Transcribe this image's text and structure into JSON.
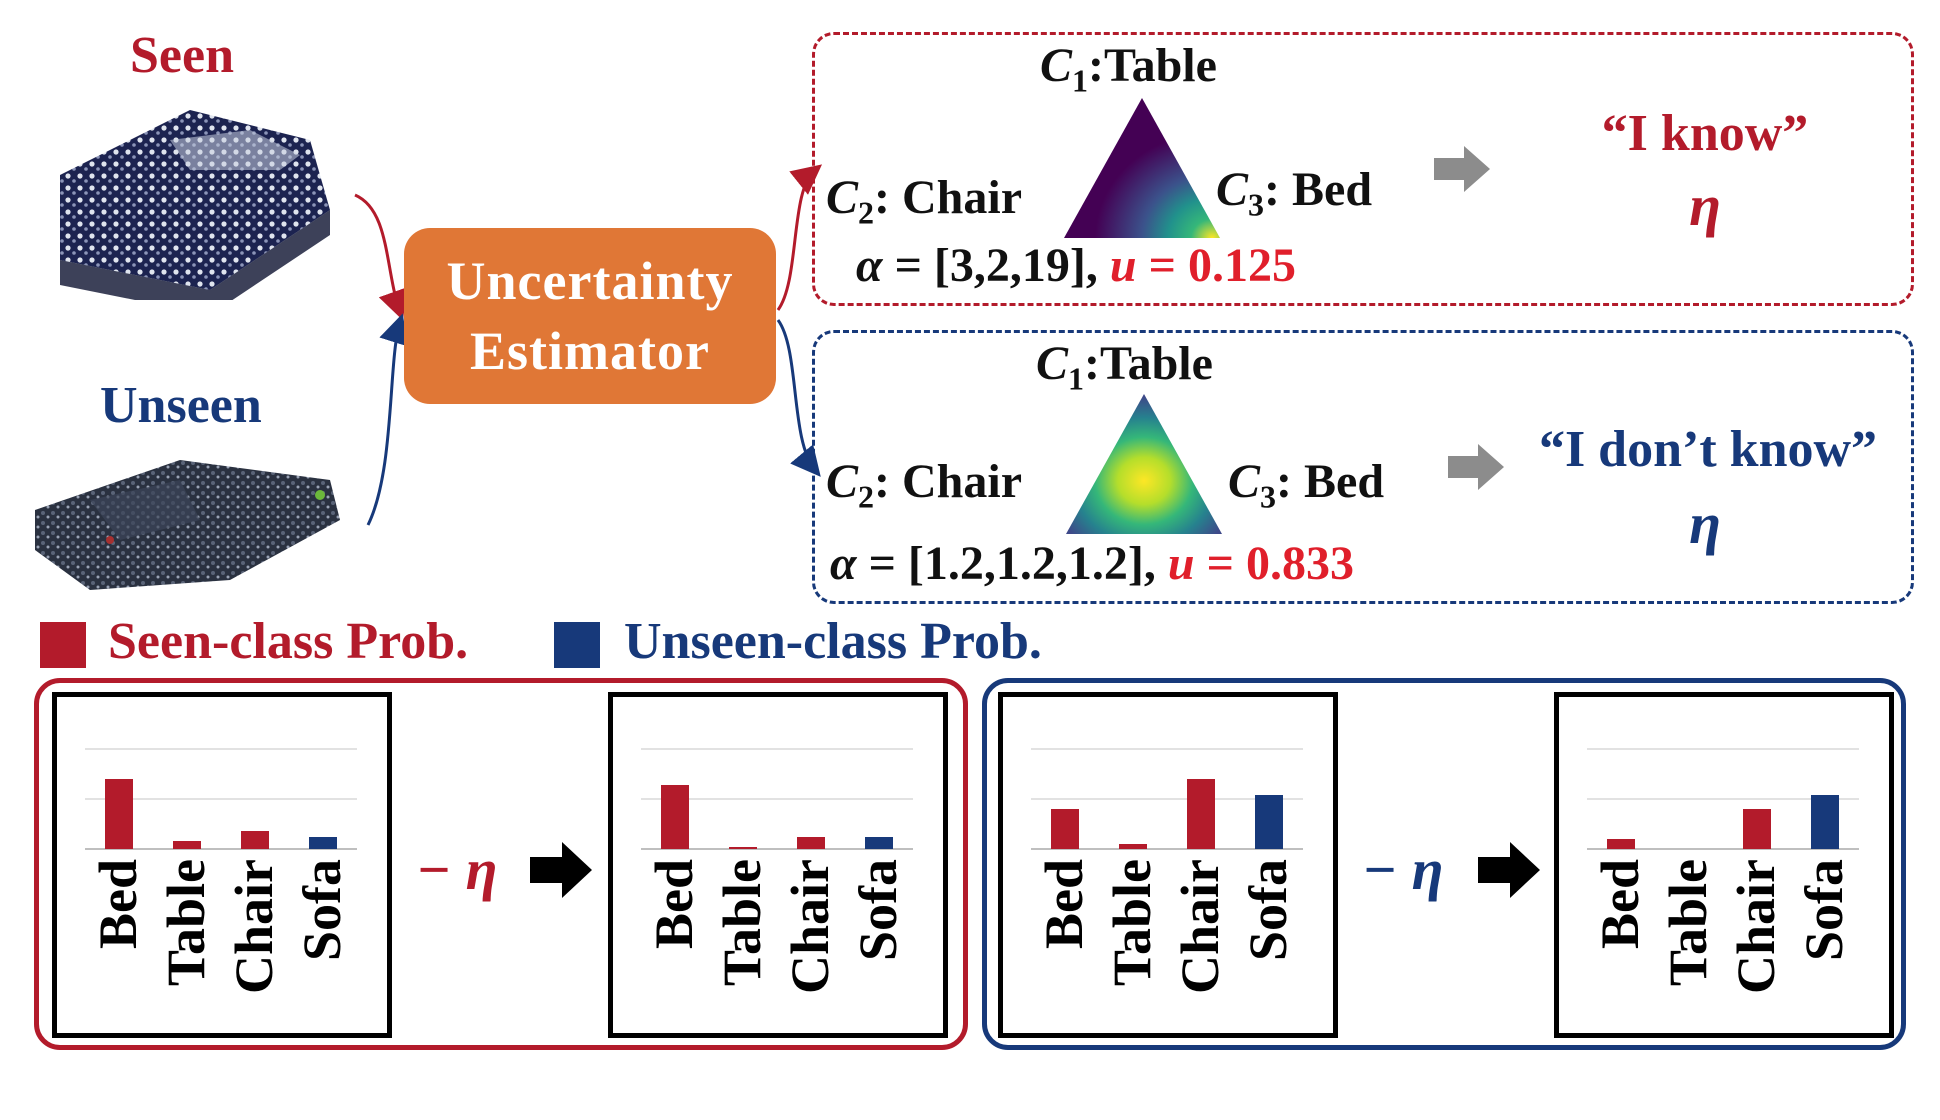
{
  "inputs": {
    "seen_label": "Seen",
    "unseen_label": "Unseen"
  },
  "estimator": {
    "line1": "Uncertainty",
    "line2": "Estimator"
  },
  "seen_case": {
    "c1_prefix": "C",
    "c1_sub": "1",
    "c1_text": ":Table",
    "c2_prefix": "C",
    "c2_sub": "2",
    "c2_text": ": Chair",
    "c3_prefix": "C",
    "c3_sub": "3",
    "c3_text": ": Bed",
    "alpha_symbol": "α",
    "alpha_text": " = [3,2,19], ",
    "u_symbol": "u",
    "u_text": " = 0.125",
    "verdict": "“I know”",
    "eta": "η"
  },
  "unseen_case": {
    "c1_prefix": "C",
    "c1_sub": "1",
    "c1_text": ":Table",
    "c2_prefix": "C",
    "c2_sub": "2",
    "c2_text": ": Chair",
    "c3_prefix": "C",
    "c3_sub": "3",
    "c3_text": ": Bed",
    "alpha_symbol": "α",
    "alpha_text": " = [1.2,1.2,1.2], ",
    "u_symbol": "u",
    "u_text": " = 0.833",
    "verdict": "“I don’t know”",
    "eta": "η"
  },
  "legend": {
    "seen": "Seen-class Prob.",
    "unseen": "Unseen-class Prob."
  },
  "operators": {
    "minus_eta": "− η"
  },
  "colors": {
    "seen": "#b31b2b",
    "unseen": "#17397a",
    "estimator": "#e07736",
    "uncertainty_red": "#e01f2b"
  },
  "chart_data": [
    {
      "type": "bar",
      "categories": [
        "Bed",
        "Table",
        "Chair",
        "Sofa"
      ],
      "values": [
        0.7,
        0.08,
        0.18,
        0.12
      ],
      "ylim": [
        0,
        1.2
      ],
      "bar_groups": [
        "seen",
        "seen",
        "seen",
        "unseen"
      ],
      "grid": true
    },
    {
      "type": "bar",
      "categories": [
        "Bed",
        "Table",
        "Chair",
        "Sofa"
      ],
      "values": [
        0.64,
        0.02,
        0.12,
        0.12
      ],
      "ylim": [
        0,
        1.2
      ],
      "bar_groups": [
        "seen",
        "seen",
        "seen",
        "unseen"
      ],
      "grid": true
    },
    {
      "type": "bar",
      "categories": [
        "Bed",
        "Table",
        "Chair",
        "Sofa"
      ],
      "values": [
        0.4,
        0.05,
        0.7,
        0.54
      ],
      "ylim": [
        0,
        1.2
      ],
      "bar_groups": [
        "seen",
        "seen",
        "seen",
        "unseen"
      ],
      "grid": true
    },
    {
      "type": "bar",
      "categories": [
        "Bed",
        "Table",
        "Chair",
        "Sofa"
      ],
      "values": [
        0.1,
        0.0,
        0.4,
        0.54
      ],
      "ylim": [
        0,
        1.2
      ],
      "bar_groups": [
        "seen",
        "seen",
        "seen",
        "unseen"
      ],
      "grid": true
    }
  ]
}
